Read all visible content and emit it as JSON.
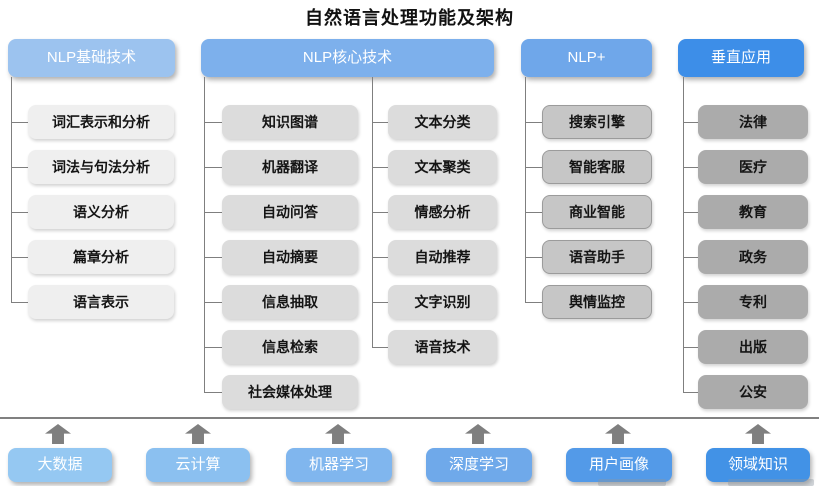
{
  "title": "自然语言处理功能及架构",
  "columns": [
    {
      "header": "NLP基础技术",
      "items": [
        "词汇表示和分析",
        "词法与句法分析",
        "语义分析",
        "篇章分析",
        "语言表示"
      ]
    },
    {
      "header": "NLP核心技术",
      "items_left": [
        "知识图谱",
        "机器翻译",
        "自动问答",
        "自动摘要",
        "信息抽取",
        "信息检索",
        "社会媒体处理"
      ],
      "items_right": [
        "文本分类",
        "文本聚类",
        "情感分析",
        "自动推荐",
        "文字识别",
        "语音技术"
      ]
    },
    {
      "header": "NLP+",
      "items": [
        "搜索引擎",
        "智能客服",
        "商业智能",
        "语音助手",
        "舆情监控"
      ]
    },
    {
      "header": "垂直应用",
      "items": [
        "法律",
        "医疗",
        "教育",
        "政务",
        "专利",
        "出版",
        "公安"
      ]
    }
  ],
  "foundation": [
    "大数据",
    "云计算",
    "机器学习",
    "深度学习",
    "用户画像",
    "领域知识"
  ],
  "colors": {
    "header_nlp_basic": "#9CC3EF",
    "header_nlp_core": "#7DB0EC",
    "header_nlp_plus": "#6FA7EA",
    "header_vertical": "#3D8EE8",
    "item_col1": "#EFEFEF",
    "item_col2": "#DCDCDC",
    "item_col3": "#C6C6C6",
    "item_col4": "#ABABAB",
    "connector": "#7F7F7F",
    "foundation_boxes": [
      "#95C8F2",
      "#8BC0F0",
      "#80B6EE",
      "#6FA9EA",
      "#539AE8",
      "#4292E6"
    ]
  }
}
